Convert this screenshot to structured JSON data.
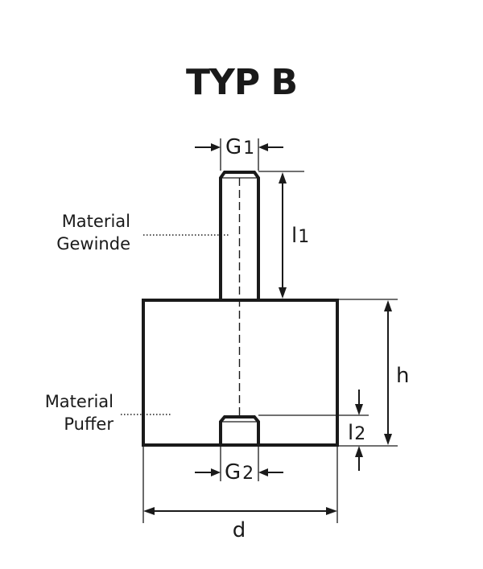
{
  "title": "TYP B",
  "labels": {
    "material_gewinde_line1": "Material",
    "material_gewinde_line2": "Gewinde",
    "material_puffer_line1": "Material",
    "material_puffer_line2": "Puffer"
  },
  "dimensions": {
    "g1_main": "G",
    "g1_sub": "1",
    "g2_main": "G",
    "g2_sub": "2",
    "l1_main": "l",
    "l1_sub": "1",
    "l2_main": "l",
    "l2_sub": "2",
    "h": "h",
    "d": "d"
  },
  "colors": {
    "line": "#1a1a1a",
    "background": "#ffffff"
  }
}
